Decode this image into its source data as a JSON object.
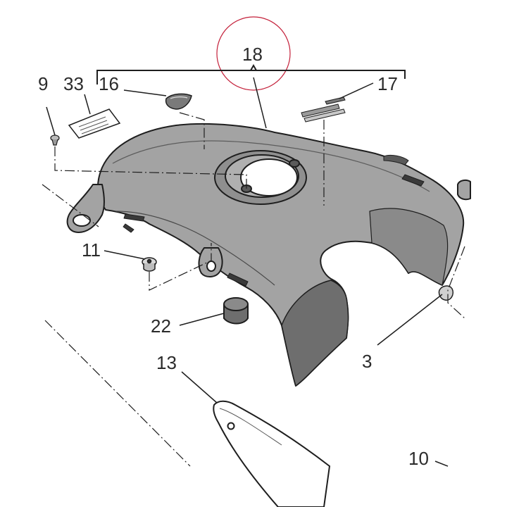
{
  "callouts": {
    "c9": "9",
    "c33": "33",
    "c16": "16",
    "c18": "18",
    "c17": "17",
    "c11": "11",
    "c22": "22",
    "c3": "3",
    "c13": "13",
    "c10": "10"
  },
  "colors": {
    "part_fill": "#a3a3a3",
    "part_dark": "#6e6e6e",
    "line": "#1e1e1e",
    "highlight_circle": "#c4203a"
  }
}
